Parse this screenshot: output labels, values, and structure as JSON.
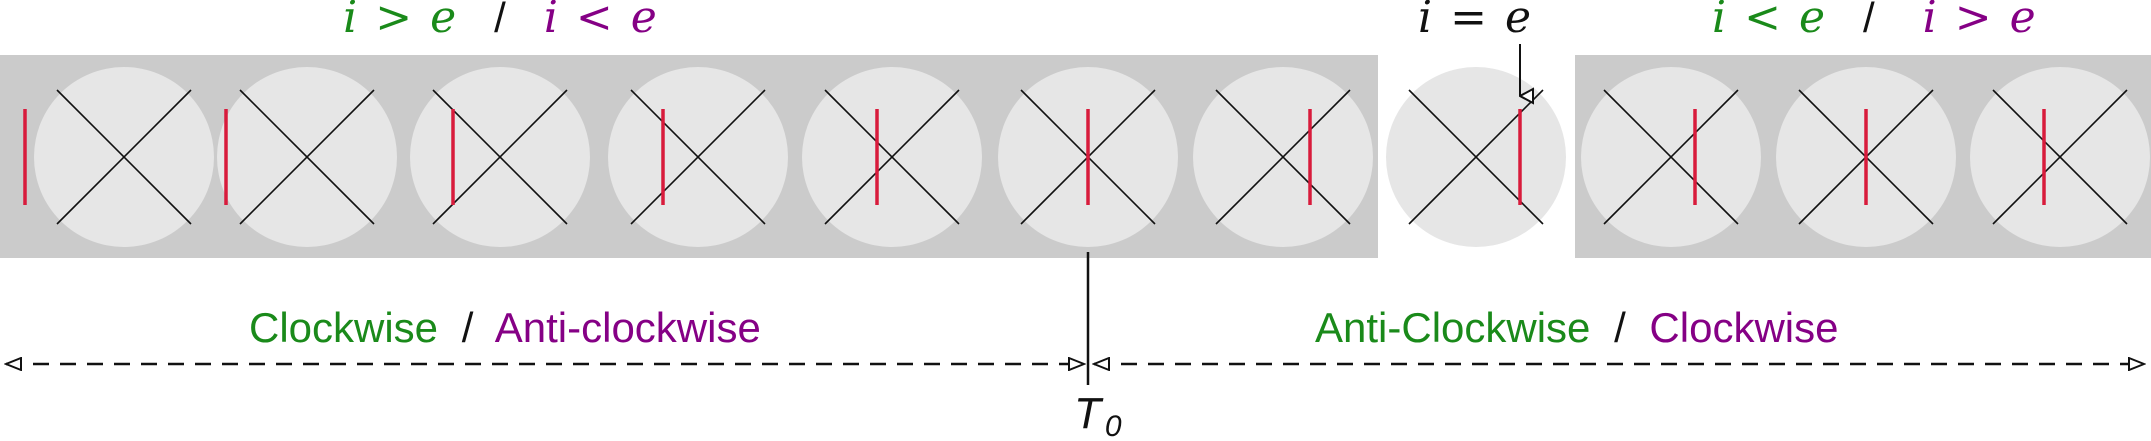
{
  "colors": {
    "green": "#1a8a1a",
    "purple": "#850085",
    "black": "#111111",
    "red_line": "#d81b3c",
    "strip": "#cbcbcb",
    "disc": "#e6e6e6"
  },
  "top_labels": {
    "left": {
      "a": "i",
      "op1": ">",
      "b": "e",
      "sep": "/",
      "c": "i",
      "op2": "<",
      "d": "e"
    },
    "middle": {
      "a": "i",
      "op": "=",
      "b": "e"
    },
    "right": {
      "a": "i",
      "op1": "<",
      "b": "e",
      "sep": "/",
      "c": "i",
      "op2": ">",
      "d": "e"
    }
  },
  "bottom_labels": {
    "left": {
      "green": "Clockwise",
      "sep": "/",
      "purple": "Anti-clockwise"
    },
    "right": {
      "green": "Anti-Clockwise",
      "sep": "/",
      "purple": "Clockwise"
    }
  },
  "time_marker": {
    "base": "T",
    "sub": "0"
  }
}
